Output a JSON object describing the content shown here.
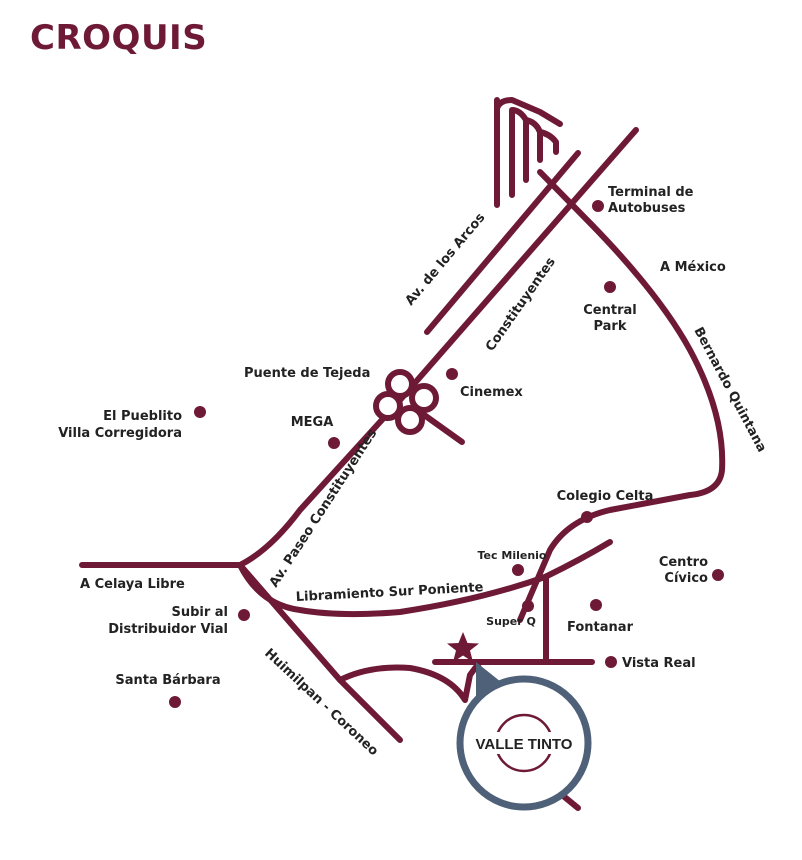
{
  "colors": {
    "primary": "#6e1a36",
    "text": "#222222",
    "marker_ring": "#4f6178",
    "background": "#ffffff"
  },
  "title": "CROQUIS",
  "roads": {
    "arcos": "Av. de los Arcos",
    "constituyentes": "Constituyentes",
    "paseo": "Av. Paseo Constituyentes",
    "bernardo": "Bernardo Quintana",
    "libramiento": "Libramiento Sur Poniente",
    "huimilpan": "Huimilpan - Coroneo",
    "mexico": "A México",
    "celaya": "A Celaya Libre"
  },
  "junction": "Puente de Tejeda",
  "places": [
    {
      "id": "terminal",
      "name": "Terminal de Autobuses",
      "lines": [
        "Terminal de",
        "Autobuses"
      ]
    },
    {
      "id": "central-park",
      "name": "Central Park",
      "lines": [
        "Central",
        "Park"
      ]
    },
    {
      "id": "cinemex",
      "name": "Cinemex",
      "lines": [
        "Cinemex"
      ]
    },
    {
      "id": "mega",
      "name": "MEGA",
      "lines": [
        "MEGA"
      ]
    },
    {
      "id": "el-pueblito",
      "name": "El Pueblito Villa Corregidora",
      "lines": [
        "El Pueblito",
        "Villa Corregidora"
      ]
    },
    {
      "id": "colegio-celta",
      "name": "Colegio Celta",
      "lines": [
        "Colegio Celta"
      ]
    },
    {
      "id": "centro-civico",
      "name": "Centro Cívico",
      "lines": [
        "Centro",
        "Cívico"
      ]
    },
    {
      "id": "tec-milenio",
      "name": "Tec Milenio",
      "lines": [
        "Tec Milenio"
      ]
    },
    {
      "id": "super-q",
      "name": "Super Q",
      "lines": [
        "Super Q"
      ]
    },
    {
      "id": "fontanar",
      "name": "Fontanar",
      "lines": [
        "Fontanar"
      ]
    },
    {
      "id": "vista-real",
      "name": "Vista Real",
      "lines": [
        "Vista Real"
      ]
    },
    {
      "id": "subir-distribuidor",
      "name": "Subir al Distribuidor Vial",
      "lines": [
        "Subir al",
        "Distribuidor Vial"
      ]
    },
    {
      "id": "santa-barbara",
      "name": "Santa Bárbara",
      "lines": [
        "Santa Bárbara"
      ]
    }
  ],
  "marker": {
    "label": "VALLE TINTO"
  }
}
